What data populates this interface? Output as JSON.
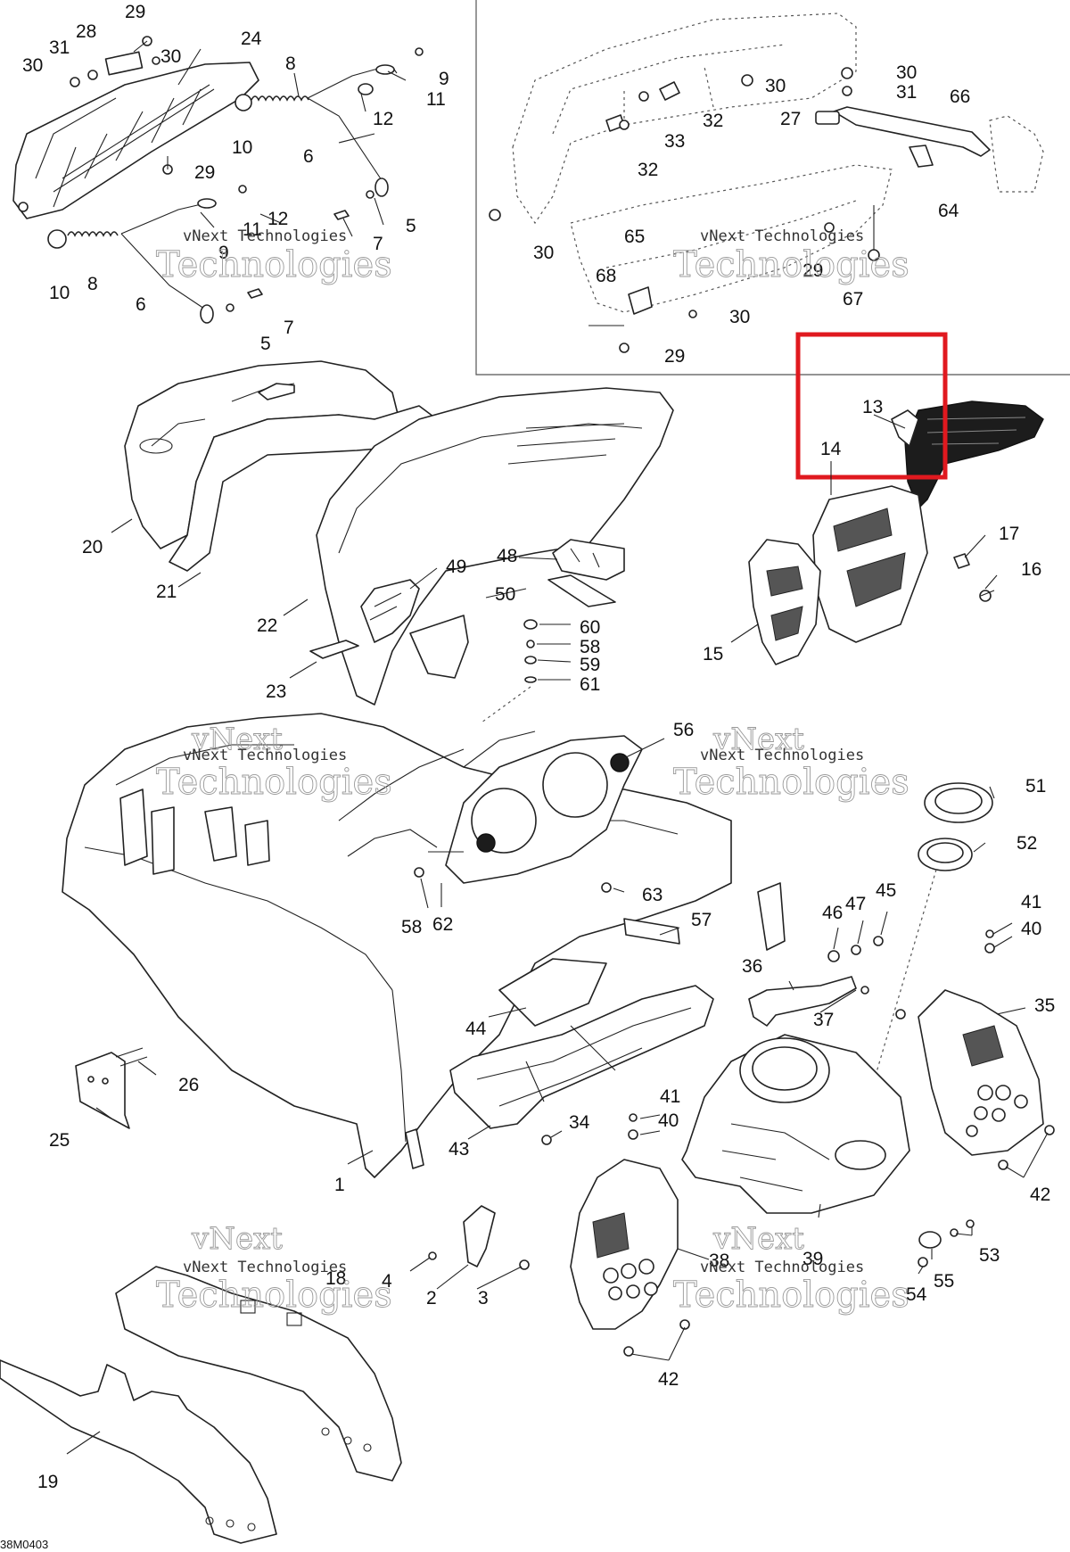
{
  "watermark": {
    "line1": "vNext Technologies",
    "line2": "Technologies",
    "line3": "vNext"
  },
  "drawing_ref": "38M0403",
  "highlight": {
    "color": "#e0191f",
    "parts": [
      "13",
      "14"
    ]
  },
  "callouts": [
    "1",
    "2",
    "3",
    "4",
    "5",
    "5",
    "6",
    "6",
    "7",
    "7",
    "8",
    "8",
    "9",
    "9",
    "10",
    "10",
    "11",
    "11",
    "12",
    "12",
    "13",
    "14",
    "15",
    "16",
    "17",
    "18",
    "19",
    "20",
    "21",
    "22",
    "23",
    "24",
    "25",
    "26",
    "27",
    "28",
    "29",
    "29",
    "29",
    "29",
    "30",
    "30",
    "30",
    "30",
    "30",
    "31",
    "31",
    "32",
    "32",
    "33",
    "34",
    "35",
    "36",
    "37",
    "38",
    "39",
    "40",
    "40",
    "41",
    "41",
    "42",
    "42",
    "43",
    "44",
    "45",
    "46",
    "47",
    "48",
    "49",
    "50",
    "51",
    "52",
    "53",
    "54",
    "55",
    "56",
    "57",
    "58",
    "58",
    "59",
    "60",
    "61",
    "62",
    "63",
    "64",
    "65",
    "66",
    "67",
    "68"
  ]
}
